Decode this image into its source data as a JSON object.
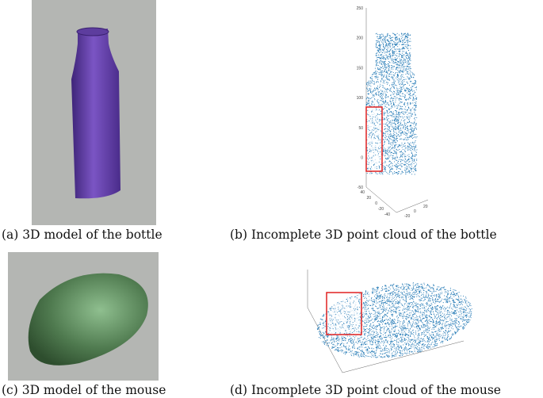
{
  "captions": {
    "a": "(a) 3D model of the bottle",
    "b": "(b) Incomplete 3D point cloud of the bottle",
    "c": "(c) 3D model of the mouse",
    "d": "(d) Incomplete 3D point cloud of the mouse"
  },
  "bottle_plot": {
    "z_ticks": [
      "250",
      "200",
      "150",
      "100",
      "50",
      "0",
      "-50"
    ],
    "x_ticks": [
      "40",
      "20",
      "0",
      "-20",
      "-40"
    ],
    "y_ticks": [
      "-20",
      "0",
      "20"
    ]
  },
  "colors": {
    "bottle": "#5a3a9a",
    "mouse": "#4f7a4f",
    "points": "#1f77b4",
    "highlight": "#e02020",
    "background_panel": "#b4b6b3"
  }
}
